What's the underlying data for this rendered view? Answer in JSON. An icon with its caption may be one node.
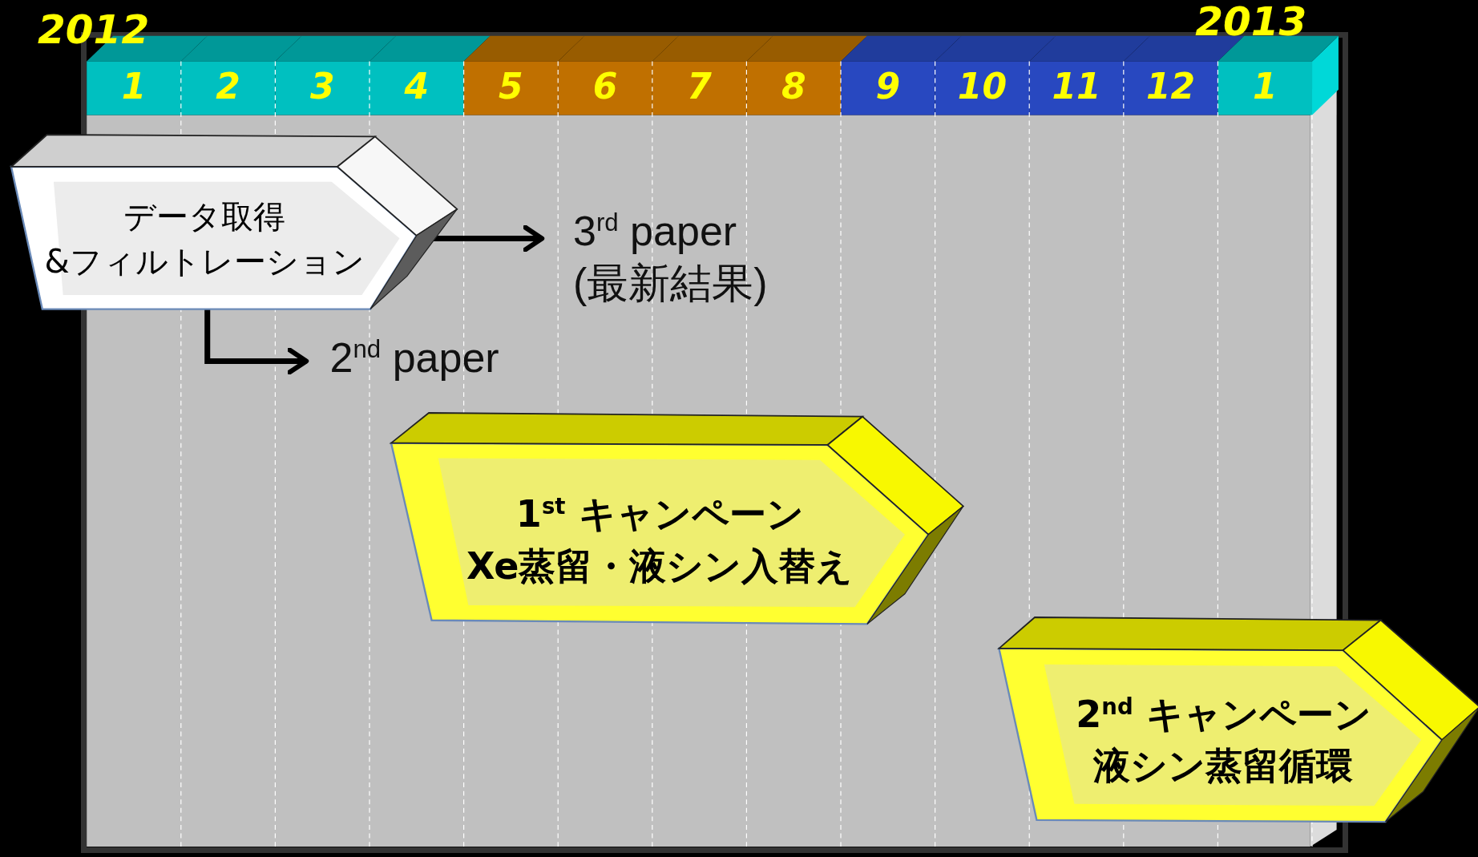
{
  "diagram": {
    "nodes": [
      {
        "text": [
          "データ取得",
          "&フィルトレーション"
        ]
      },
      {
        "text": [
          "3$^{rd}$ paper (最新結果)"
        ]
      },
      {
        "text": [
          "2$^{nd}$ paper"
        ]
      },
      {
        "text": [
          "1$^{st}$ キャンペーン",
          "Xe蒸留・液シン入替え"
        ]
      },
      {
        "text": [
          "2$^{nd}$ キャンペーン",
          "液シン蒸留循環"
        ]
      }
    ],
    "edges": [
      {
        "from": 0,
        "to": 1,
        "arrow": "to"
      },
      {
        "from": 0,
        "to": 2,
        "arrow": "to"
      }
    ],
    "labels": [
      "2012",
      "2013",
      "1",
      "2",
      "3",
      "4",
      "5",
      "6",
      "7",
      "8",
      "9",
      "10",
      "11",
      "12",
      "1"
    ]
  }
}
